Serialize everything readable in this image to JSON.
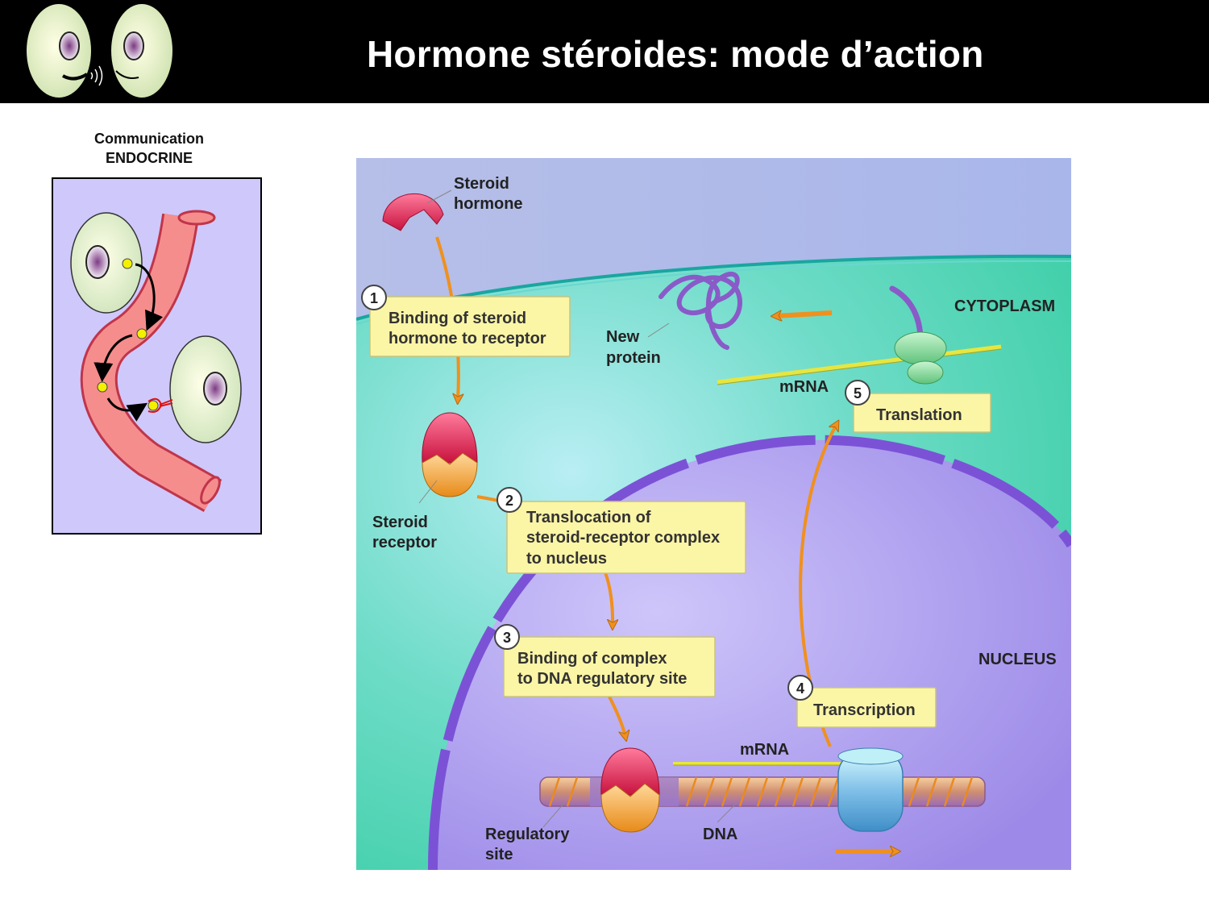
{
  "slide": {
    "title": "Hormone stéroides: mode d’action"
  },
  "side_panel": {
    "line1": "Communication",
    "line2": "ENDOCRINE"
  },
  "diagram": {
    "labels": {
      "steroid_hormone_1": "Steroid",
      "steroid_hormone_2": "hormone",
      "steroid_receptor_1": "Steroid",
      "steroid_receptor_2": "receptor",
      "new_protein_1": "New",
      "new_protein_2": "protein",
      "cytoplasm": "CYTOPLASM",
      "nucleus": "NUCLEUS",
      "mrna_top": "mRNA",
      "mrna_bottom": "mRNA",
      "regulatory_1": "Regulatory",
      "regulatory_2": "site",
      "dna": "DNA"
    },
    "steps": [
      {
        "number": "1",
        "line1": "Binding of steroid",
        "line2": "hormone to receptor"
      },
      {
        "number": "2",
        "line1": "Translocation of",
        "line2": "steroid-receptor complex",
        "line3": "to nucleus"
      },
      {
        "number": "3",
        "line1": "Binding of complex",
        "line2": "to DNA regulatory site"
      },
      {
        "number": "4",
        "line1": "Transcription"
      },
      {
        "number": "5",
        "line1": "Translation"
      }
    ],
    "colors": {
      "cytoplasm": "#4fd8b8",
      "nucleus": "#b7a6f2",
      "membrane": "#7b52d6",
      "hormone": "#e0305a",
      "receptor": "#f2a43a",
      "arrow": "#f0901e",
      "callout": "#fbf5a6",
      "mrna": "#e6e641"
    }
  }
}
